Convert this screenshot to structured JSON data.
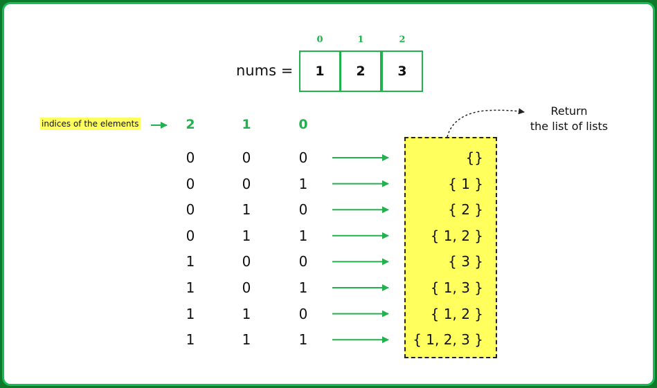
{
  "array": {
    "label": "nums =",
    "indices": [
      "0",
      "1",
      "2"
    ],
    "values": [
      "1",
      "2",
      "3"
    ]
  },
  "indices_label": "indices of the elements",
  "bit_positions": [
    "2",
    "1",
    "0"
  ],
  "rows": [
    {
      "bits": [
        "0",
        "0",
        "0"
      ],
      "subset": "{}"
    },
    {
      "bits": [
        "0",
        "0",
        "1"
      ],
      "subset": "{ 1 }"
    },
    {
      "bits": [
        "0",
        "1",
        "0"
      ],
      "subset": "{ 2 }"
    },
    {
      "bits": [
        "0",
        "1",
        "1"
      ],
      "subset": "{ 1, 2 }"
    },
    {
      "bits": [
        "1",
        "0",
        "0"
      ],
      "subset": "{ 3 }"
    },
    {
      "bits": [
        "1",
        "0",
        "1"
      ],
      "subset": "{ 1, 3 }"
    },
    {
      "bits": [
        "1",
        "1",
        "0"
      ],
      "subset": "{ 1, 2 }"
    },
    {
      "bits": [
        "1",
        "1",
        "1"
      ],
      "subset": "{ 1, 2, 3 }"
    }
  ],
  "return_label": [
    "Return",
    "the list of lists"
  ],
  "colors": {
    "accent_green": "#22b14c",
    "highlight_yellow": "#ffff5e",
    "background_green": "#0c7a2a"
  }
}
